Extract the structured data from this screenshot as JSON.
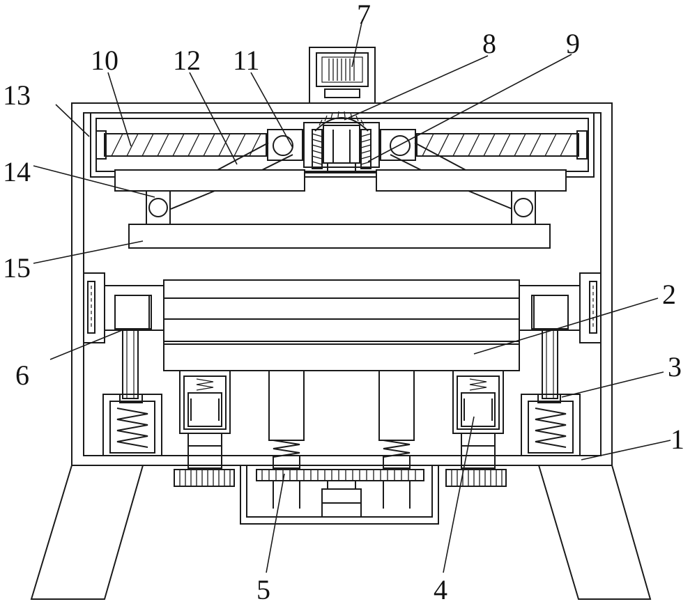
{
  "figure": {
    "callouts": [
      {
        "id": "1",
        "label": "1"
      },
      {
        "id": "2",
        "label": "2"
      },
      {
        "id": "3",
        "label": "3"
      },
      {
        "id": "4",
        "label": "4"
      },
      {
        "id": "5",
        "label": "5"
      },
      {
        "id": "6",
        "label": "6"
      },
      {
        "id": "7",
        "label": "7"
      },
      {
        "id": "8",
        "label": "8"
      },
      {
        "id": "9",
        "label": "9"
      },
      {
        "id": "10",
        "label": "10"
      },
      {
        "id": "11",
        "label": "11"
      },
      {
        "id": "12",
        "label": "12"
      },
      {
        "id": "13",
        "label": "13"
      },
      {
        "id": "14",
        "label": "14"
      },
      {
        "id": "15",
        "label": "15"
      }
    ]
  }
}
